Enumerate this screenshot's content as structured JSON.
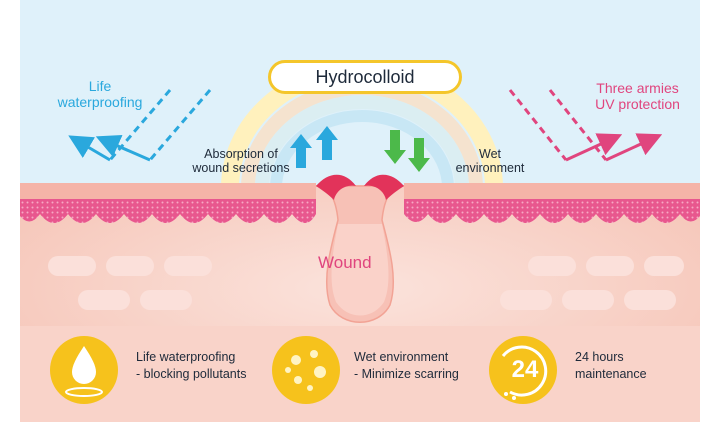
{
  "diagram": {
    "title": "Hydrocolloid",
    "left_label": [
      "Life",
      "waterproofing"
    ],
    "right_label": [
      "Three armies",
      "UV protection"
    ],
    "absorption_label": [
      "Absorption of",
      "wound secretions"
    ],
    "wet_label": [
      "Wet",
      "environment"
    ],
    "wound_label": "Wound"
  },
  "features": [
    {
      "icon": "water-drop-icon",
      "lines": [
        "Life waterproofing",
        "- blocking pollutants"
      ]
    },
    {
      "icon": "moisture-dots-icon",
      "lines": [
        "Wet environment",
        "- Minimize scarring"
      ]
    },
    {
      "icon": "24-hour-clock-icon",
      "badge": "24",
      "lines": [
        "24 hours",
        "maintenance"
      ]
    }
  ],
  "colors": {
    "accent_yellow": "#f4c62b",
    "blue": "#2aa8dd",
    "pink": "#e0457e",
    "green": "#4cb94a",
    "skin": "#f9cfc4",
    "dermis": "#e8578e"
  }
}
